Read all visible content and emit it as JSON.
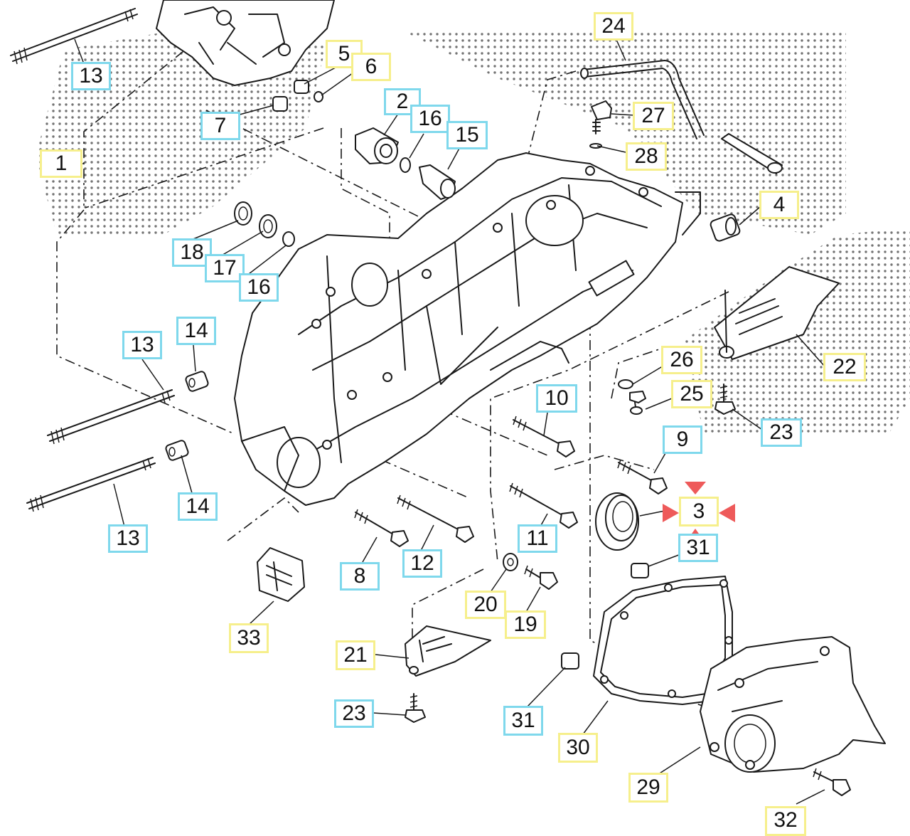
{
  "diagram": {
    "callouts": [
      {
        "id": "c13a",
        "text": "13",
        "frame": "cyan"
      },
      {
        "id": "c5",
        "text": "5",
        "frame": "yellow"
      },
      {
        "id": "c6",
        "text": "6",
        "frame": "yellow"
      },
      {
        "id": "c24",
        "text": "24",
        "frame": "yellow"
      },
      {
        "id": "c2",
        "text": "2",
        "frame": "cyan"
      },
      {
        "id": "c16a",
        "text": "16",
        "frame": "cyan"
      },
      {
        "id": "c15",
        "text": "15",
        "frame": "cyan"
      },
      {
        "id": "c27",
        "text": "27",
        "frame": "yellow"
      },
      {
        "id": "c28",
        "text": "28",
        "frame": "yellow"
      },
      {
        "id": "c7",
        "text": "7",
        "frame": "cyan"
      },
      {
        "id": "c1",
        "text": "1",
        "frame": "yellow"
      },
      {
        "id": "c4",
        "text": "4",
        "frame": "yellow"
      },
      {
        "id": "c18",
        "text": "18",
        "frame": "cyan"
      },
      {
        "id": "c17",
        "text": "17",
        "frame": "cyan"
      },
      {
        "id": "c16b",
        "text": "16",
        "frame": "cyan"
      },
      {
        "id": "c14a",
        "text": "14",
        "frame": "cyan"
      },
      {
        "id": "c13b",
        "text": "13",
        "frame": "cyan"
      },
      {
        "id": "c26",
        "text": "26",
        "frame": "yellow"
      },
      {
        "id": "c22",
        "text": "22",
        "frame": "yellow"
      },
      {
        "id": "c10",
        "text": "10",
        "frame": "cyan"
      },
      {
        "id": "c25",
        "text": "25",
        "frame": "yellow"
      },
      {
        "id": "c23a",
        "text": "23",
        "frame": "cyan"
      },
      {
        "id": "c9",
        "text": "9",
        "frame": "cyan"
      },
      {
        "id": "c3",
        "text": "3",
        "frame": "yellow"
      },
      {
        "id": "c14b",
        "text": "14",
        "frame": "cyan"
      },
      {
        "id": "c13c",
        "text": "13",
        "frame": "cyan"
      },
      {
        "id": "c11",
        "text": "11",
        "frame": "cyan"
      },
      {
        "id": "c31a",
        "text": "31",
        "frame": "cyan"
      },
      {
        "id": "c8",
        "text": "8",
        "frame": "cyan"
      },
      {
        "id": "c12",
        "text": "12",
        "frame": "cyan"
      },
      {
        "id": "c20",
        "text": "20",
        "frame": "yellow"
      },
      {
        "id": "c19",
        "text": "19",
        "frame": "yellow"
      },
      {
        "id": "c33",
        "text": "33",
        "frame": "yellow"
      },
      {
        "id": "c21",
        "text": "21",
        "frame": "yellow"
      },
      {
        "id": "c23b",
        "text": "23",
        "frame": "cyan"
      },
      {
        "id": "c31b",
        "text": "31",
        "frame": "cyan"
      },
      {
        "id": "c30",
        "text": "30",
        "frame": "yellow"
      },
      {
        "id": "c29",
        "text": "29",
        "frame": "yellow"
      },
      {
        "id": "c32",
        "text": "32",
        "frame": "yellow"
      }
    ],
    "frame_colors": {
      "cyan": "#7fd8ec",
      "yellow": "#f6ef8c"
    },
    "highlight": {
      "target": "3",
      "marker_color": "#ee5a5a"
    }
  }
}
